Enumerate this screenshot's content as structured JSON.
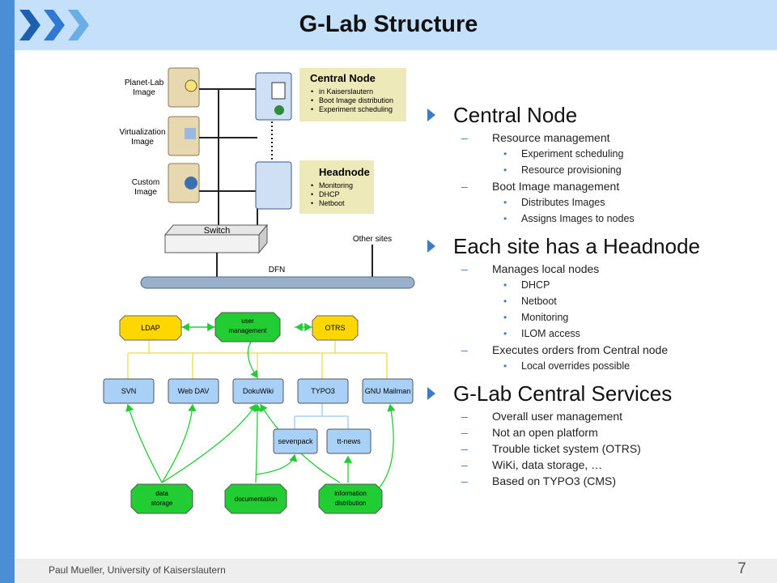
{
  "slide": {
    "title": "G-Lab Structure",
    "footer": "Paul Mueller, University of Kaiserslautern",
    "page_number": "7"
  },
  "colors": {
    "accent": "#4a8fd6",
    "header_bg": "#c5e0fa",
    "node_yellow": "#ffd700",
    "node_blue": "#a9d1f7",
    "node_green": "#22cc33"
  },
  "topology": {
    "images": [
      "Planet-Lab",
      "Image",
      "Virtualization",
      "Image",
      "Custom",
      "Image"
    ],
    "central": {
      "title": "Central Node",
      "items": [
        "in Kaiserslautern",
        "Boot Image distribution",
        "Experiment scheduling"
      ]
    },
    "headnode": {
      "title": "Headnode",
      "items": [
        "Monitoring",
        "DHCP",
        "Netboot"
      ]
    },
    "switch": "Switch",
    "other_sites": "Other sites",
    "dfn": "DFN"
  },
  "services": {
    "ldap": "LDAP",
    "user_mgmt": [
      "user",
      "management"
    ],
    "otrs": "OTRS",
    "svn": "SVN",
    "webdav": "Web DAV",
    "dokuwiki": "DokuWiki",
    "typo3": "TYPO3",
    "gnu_mailman": "GNU Mailman",
    "sevenpack": "sevenpack",
    "ttnews": "tt-news",
    "data_storage": [
      "data",
      "storage"
    ],
    "documentation": "documentation",
    "info_dist": [
      "information",
      "distribution"
    ]
  },
  "bullets": [
    {
      "text": "Central Node",
      "children": [
        {
          "text": "Resource management",
          "children": [
            "Experiment scheduling",
            "Resource provisioning"
          ]
        },
        {
          "text": "Boot Image management",
          "children": [
            "Distributes Images",
            "Assigns Images to nodes"
          ]
        }
      ]
    },
    {
      "text": "Each site has a Headnode",
      "children": [
        {
          "text": "Manages local nodes",
          "children": [
            "DHCP",
            "Netboot",
            "Monitoring",
            "ILOM access"
          ]
        },
        {
          "text": "Executes orders from Central node",
          "children": [
            "Local overrides possible"
          ]
        }
      ]
    },
    {
      "text": "G-Lab Central Services",
      "children": [
        {
          "text": "Overall user management",
          "children": []
        },
        {
          "text": "Not an open platform",
          "children": []
        },
        {
          "text": "Trouble ticket system (OTRS)",
          "children": []
        },
        {
          "text": "WiKi, data storage, …",
          "children": []
        },
        {
          "text": "Based on TYPO3 (CMS)",
          "children": []
        }
      ]
    }
  ]
}
